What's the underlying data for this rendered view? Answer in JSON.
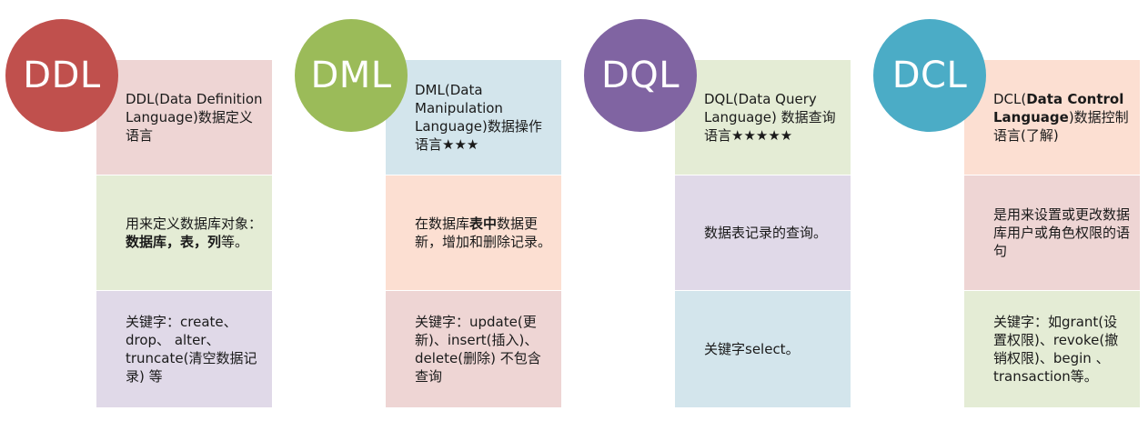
{
  "columns": [
    {
      "badge": "DDL",
      "badge_color": "#c0504d",
      "cards": [
        {
          "color": "#eed5d4",
          "html": "DDL(Data Definition Language)数据定义语言"
        },
        {
          "color": "#e4ecd5",
          "html": "用来定义数据库对象：<b>数据库，表，列</b>等。"
        },
        {
          "color": "#e0d9e8",
          "html": "关键字：create、drop、 alter、truncate(清空数据记录) 等"
        }
      ]
    },
    {
      "badge": "DML",
      "badge_color": "#9bbb59",
      "cards": [
        {
          "color": "#d3e5ec",
          "html": "DML(Data Manipulation Language)数据操作语言★★★"
        },
        {
          "color": "#fcdfd2",
          "html": "在数据库<b>表中</b>数据更新，增加和删除记录。"
        },
        {
          "color": "#eed5d4",
          "html": "关键字：update(更新)、insert(插入)、delete(删除) 不包含查询"
        }
      ]
    },
    {
      "badge": "DQL",
      "badge_color": "#8064a2",
      "cards": [
        {
          "color": "#e4ecd5",
          "html": "DQL(Data Query Language) 数据查询语言★★★★★"
        },
        {
          "color": "#e0d9e8",
          "html": "数据表记录的查询。"
        },
        {
          "color": "#d3e5ec",
          "html": "关键字select。"
        }
      ]
    },
    {
      "badge": "DCL",
      "badge_color": "#4bacc6",
      "cards": [
        {
          "color": "#fcdfd2",
          "html": "DCL(<b>Data Control Language</b>)数据控制语言(了解)"
        },
        {
          "color": "#eed5d4",
          "html": "是用来设置或更改数据库用户或角色权限的语句"
        },
        {
          "color": "#e4ecd5",
          "html": "关键字：如grant(设置权限)、revoke(撤销权限)、begin 、transaction等。"
        }
      ]
    }
  ]
}
